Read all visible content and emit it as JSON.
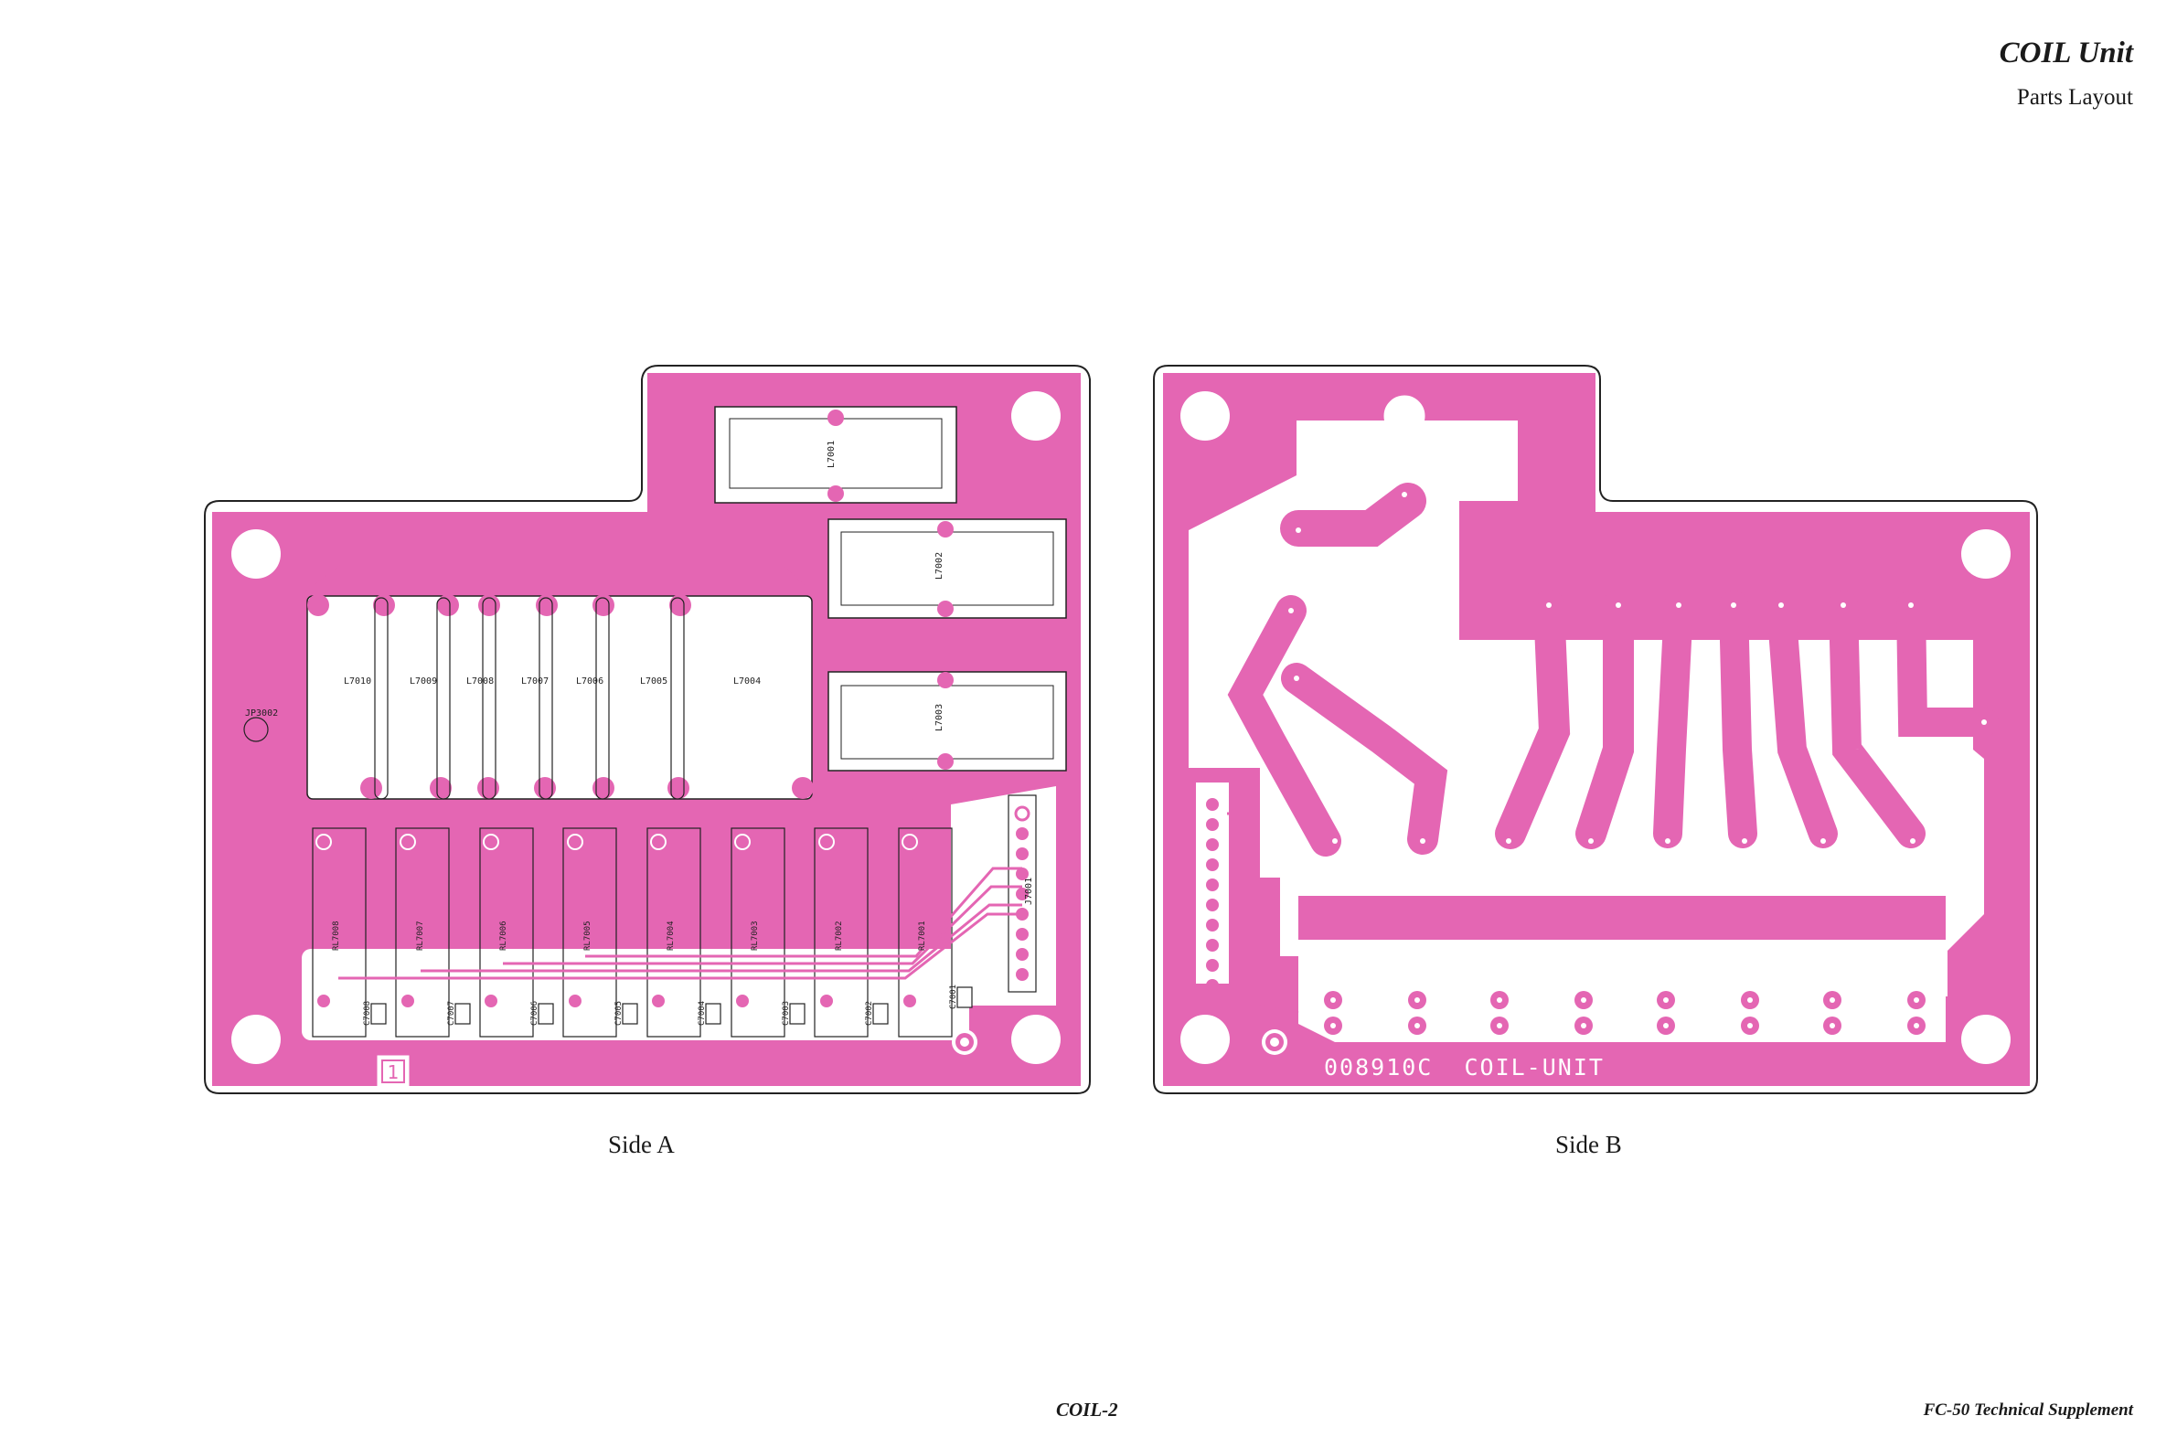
{
  "header": {
    "title": "COIL Unit",
    "subtitle": "Parts Layout"
  },
  "side_a": {
    "caption": "Side A",
    "lead_labels": [
      "L7001",
      "L7002",
      "L7003"
    ],
    "coil_labels": [
      "L7010",
      "L7009",
      "L7008",
      "L7007",
      "L7006",
      "L7005",
      "L7004"
    ],
    "jumper_label": "JP3002",
    "relay_labels": [
      "RL7008",
      "RL7007",
      "RL7006",
      "RL7005",
      "RL7004",
      "RL7003",
      "RL7002",
      "RL7001"
    ],
    "cap_labels": [
      "C7008",
      "C7007",
      "C7006",
      "C7005",
      "C7004",
      "C7003",
      "C7002",
      "C7001"
    ],
    "connector_label": "J7001",
    "marker": "1"
  },
  "side_b": {
    "caption": "Side B",
    "board_text": "008910C  COIL-UNIT"
  },
  "footer": {
    "page": "COIL-2",
    "doc": "FC-50 Technical Supplement"
  },
  "colors": {
    "copper": "#e466b3",
    "outline": "#222222",
    "paper": "#ffffff"
  }
}
